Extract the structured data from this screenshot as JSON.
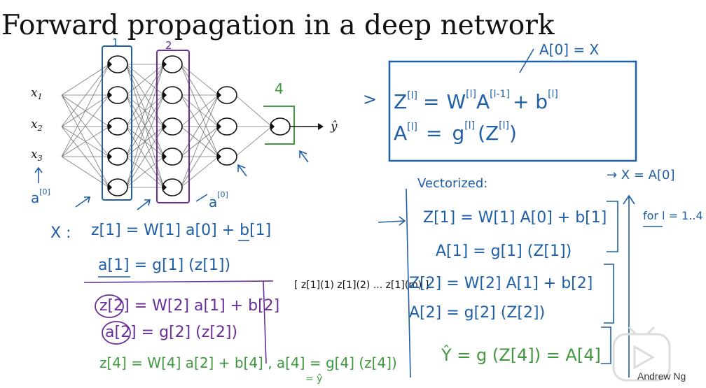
{
  "slide": {
    "title": "Forward propagation in a deep network",
    "author": "Andrew Ng"
  },
  "network": {
    "inputs": [
      "x1",
      "x2",
      "x3"
    ],
    "input_labels": {
      "x1": "x",
      "x2": "x",
      "x3": "x",
      "s1": "1",
      "s2": "2",
      "s3": "3"
    },
    "output_label": "ŷ",
    "layer_numbers": [
      "1",
      "2",
      "4"
    ],
    "a0_label": "a",
    "a0_sup": "[0]"
  },
  "box": {
    "A0_note": "A[0] = X",
    "line1": {
      "lhs": "Z",
      "sup1": "[l]",
      "eq": "=",
      "w": "W",
      "wsup": "[l]",
      "a": "A",
      "asup": "[l-1]",
      "plus": "+ b",
      "bsup": "[l]"
    },
    "line2": {
      "lhs": "A",
      "sup1": "[l]",
      "eq": "=",
      "g": "g",
      "gsup": "[l]",
      "arg": "(Z",
      "argsup": "[l]",
      "close": ")"
    }
  },
  "notes_left": {
    "x_label": "X :",
    "eq1": "z[1] = W[1] a[0] + b[1]",
    "eq2": "a[1] = g[1] (z[1])",
    "eq3": "z[2] = W[2] a[1] + b[2]",
    "eq4": "a[2] = g[2] (z[2])",
    "eq5": "z[4] = W[4] a[2] + b[4] ,  a[4] = g[4] (z[4])",
    "eq5_note": "= ŷ",
    "matrix": "[ z[1](1)  z[1](2) ... z[1](m) ]"
  },
  "notes_right": {
    "vectorized": "Vectorized:",
    "xa0": "→ X = A[0]",
    "for_loop": "for l = 1..4",
    "v1": "Z[1] = W[1] A[0] + b[1]",
    "v2": "A[1] = g[1] (Z[1])",
    "v3": "Z[2] = W[2] A[1] + b[2]",
    "v4": "A[2] = g[2] (Z[2])",
    "v5": "Ŷ = g (Z[4]) = A[4]"
  },
  "colors": {
    "blue_ink": "#1f5fa8",
    "purple_ink": "#6a2e9a",
    "green_ink": "#3f9a3f",
    "black_ink": "#111111"
  }
}
